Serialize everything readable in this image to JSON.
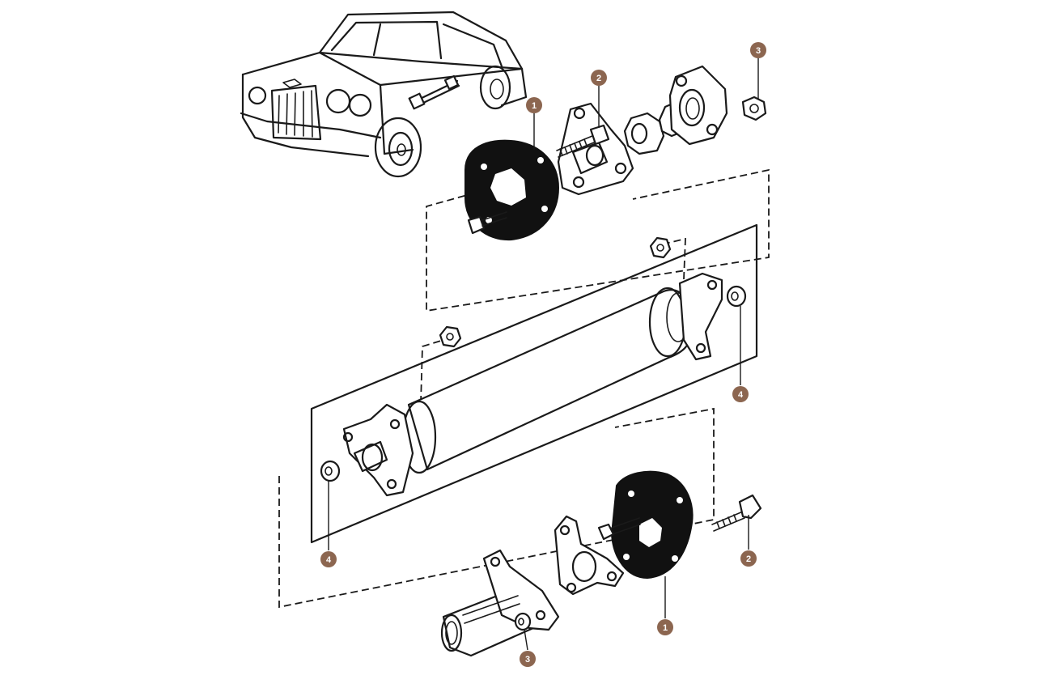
{
  "colors": {
    "callout_fill": "#8c6650",
    "ink": "#1a1a1a",
    "rubber": "#111111"
  },
  "callouts": [
    {
      "id": "c-front-coupling",
      "label": "1"
    },
    {
      "id": "c-front-bolt",
      "label": "2"
    },
    {
      "id": "c-front-nut",
      "label": "3"
    },
    {
      "id": "c-rear-bush-right",
      "label": "4"
    },
    {
      "id": "c-rear-bush-left",
      "label": "4"
    },
    {
      "id": "c-rear-bolt",
      "label": "2"
    },
    {
      "id": "c-rear-coupling",
      "label": "1"
    },
    {
      "id": "c-rear-nut",
      "label": "3"
    }
  ]
}
